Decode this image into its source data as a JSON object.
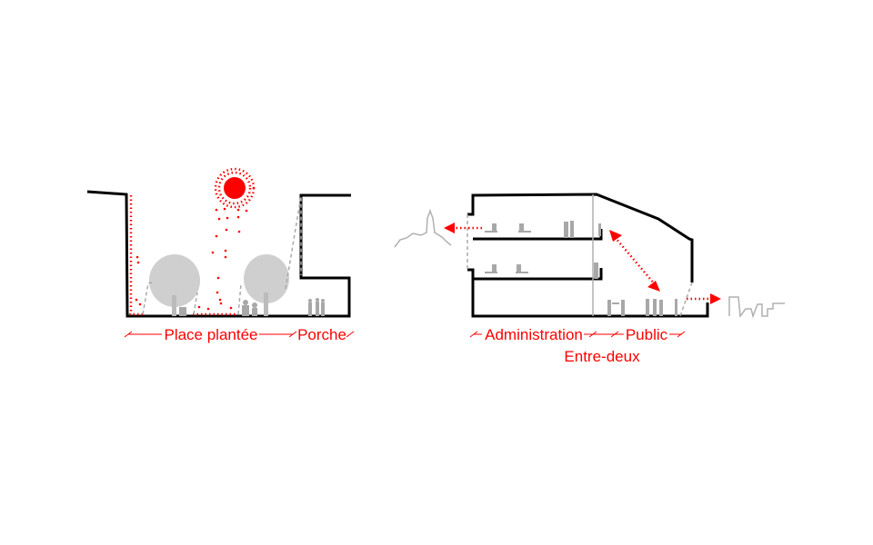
{
  "left_section": {
    "label_place": "Place plantée",
    "label_porche": "Porche"
  },
  "right_section": {
    "label_administration": "Administration",
    "label_public": "Public",
    "label_entre_deux": "Entre-deux"
  },
  "colors": {
    "accent": "#ff0000",
    "wall": "#000000",
    "context": "#aaaaaa"
  }
}
